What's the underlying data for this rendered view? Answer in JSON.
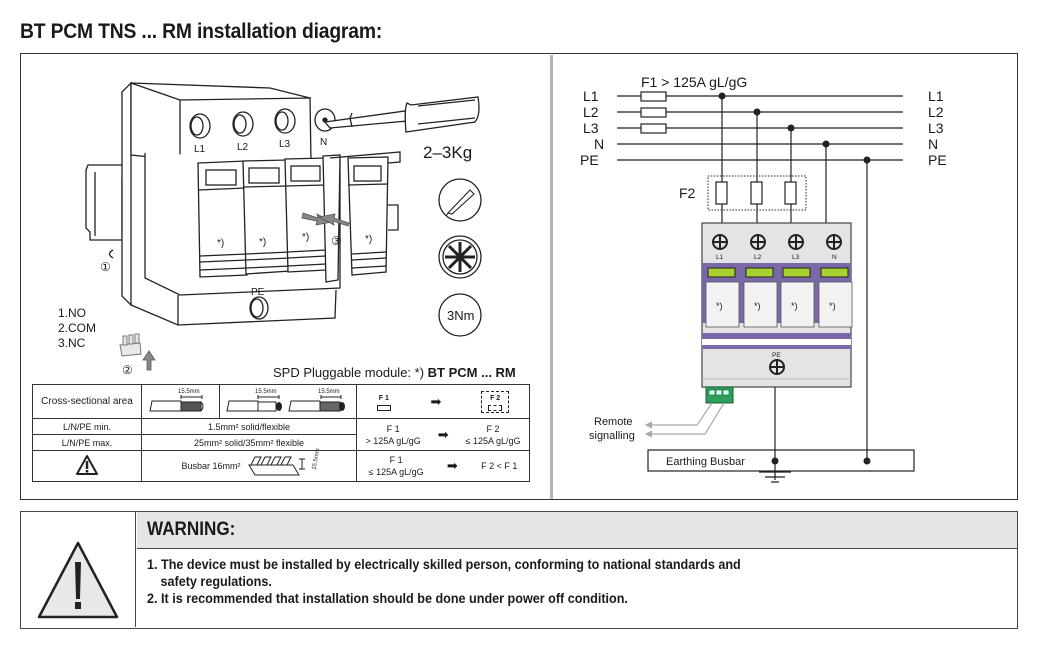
{
  "title": "BT PCM TNS ... RM  installation diagram:",
  "left_panel": {
    "terminal_labels": [
      "L1",
      "L2",
      "L3",
      "N"
    ],
    "pe_label": "PE",
    "module_marker": "*)",
    "screwdriver_force": "2–3Kg",
    "torque": "3Nm",
    "step_markers": [
      "①",
      "②",
      "③"
    ],
    "contacts": [
      "1.NO",
      "2.COM",
      "3.NC"
    ],
    "module_note_prefix": "SPD Pluggable module:   *)",
    "module_note_bold": "BT PCM ... RM",
    "table": {
      "row_header": "Cross-sectional area",
      "strip_length": "15.5mm",
      "rows": [
        {
          "label": "L/N/PE min.",
          "value": "1.5mm² solid/flexible"
        },
        {
          "label": "L/N/PE max.",
          "value": "25mm² solid/35mm² flexible"
        }
      ],
      "busbar": "Busbar 16mm²",
      "busbar_dim": "15.5mm",
      "fuse_header": {
        "from": "F 1",
        "to": "F 2"
      },
      "fuse_rule_1": {
        "from_name": "F 1",
        "from_value": "> 125A gL/gG",
        "to_name": "F 2",
        "to_value": "≤ 125A gL/gG"
      },
      "fuse_rule_2": {
        "from_name": "F 1",
        "from_value": "≤ 125A gL/gG",
        "to": "F 2 <  F 1"
      }
    }
  },
  "right_panel": {
    "f1_label": "F1 > 125A gL/gG",
    "f2_label": "F2",
    "lines": [
      "L1",
      "L2",
      "L3",
      "N",
      "PE"
    ],
    "module_terminals": [
      "L1",
      "L2",
      "L3",
      "N"
    ],
    "module_marker": "*)",
    "pe_label": "PE",
    "remote_signalling": [
      "Remote",
      "signalling"
    ],
    "busbar_label": "Earthing Busbar",
    "colors": {
      "module_purple": "#7b68a8",
      "indicator_green": "#a7d130",
      "connector_green": "#2e9e5b",
      "module_gray": "#e4e4e4"
    }
  },
  "warning": {
    "header": "WARNING:",
    "items": [
      "1. The device must be installed by electrically skilled person, conforming to national standards and",
      "safety regulations.",
      "2. It is recommended that installation should be done under power off condition."
    ]
  }
}
